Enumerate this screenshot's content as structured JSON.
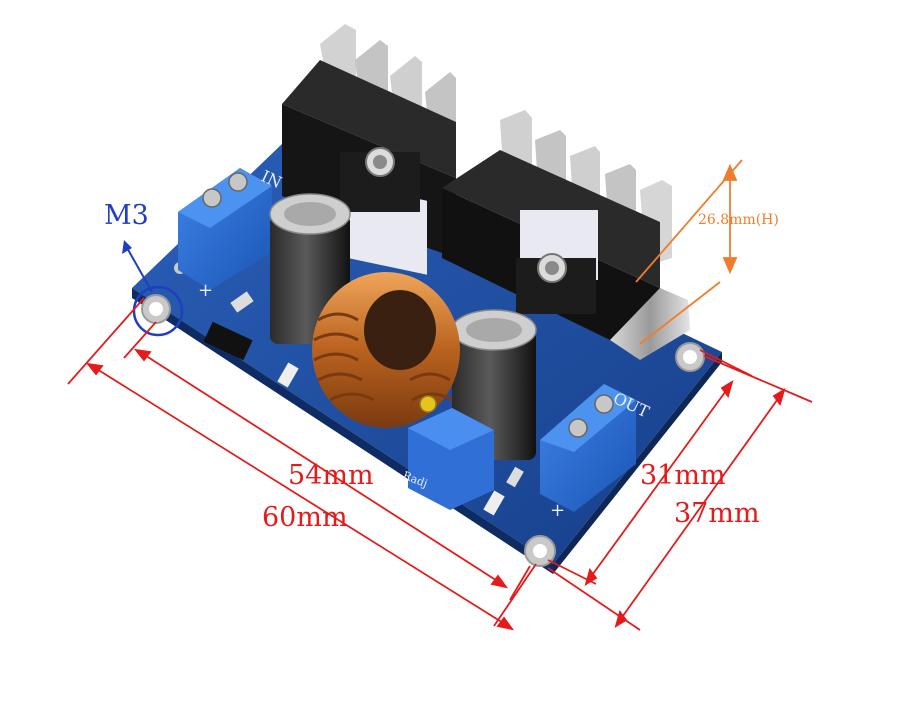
{
  "labels": {
    "hole": "M3",
    "inner_length": "54mm",
    "outer_length": "60mm",
    "inner_width": "31mm",
    "outer_width": "37mm",
    "height": "26.8mm(H)"
  },
  "silkscreen": {
    "input": "IN",
    "output": "OUT",
    "plus_in": "+",
    "plus_out": "+",
    "adjust": "Radj"
  },
  "colors": {
    "dimension_red": "#e41b1b",
    "height_orange": "#f07d2c",
    "hole_blue": "#1f3fbf",
    "pcb_blue": "#1f4fa3",
    "heatsink_black": "#1a1a1a",
    "copper_coil": "#c9742a"
  }
}
